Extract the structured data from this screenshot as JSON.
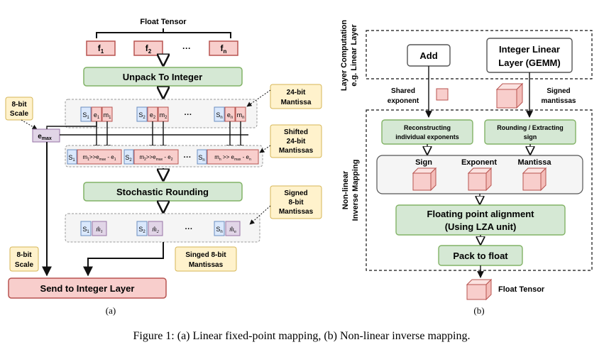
{
  "colors": {
    "red_fill": "#f8cecc",
    "red_stroke": "#b85450",
    "green_fill": "#d5e8d4",
    "green_stroke": "#82b366",
    "blue_fill": "#dae8fc",
    "blue_stroke": "#6c8ebf",
    "purple_fill": "#e1d5e7",
    "purple_stroke": "#9673a6",
    "yellow_fill": "#fff2cc",
    "yellow_stroke": "#d6b656",
    "send_fill": "#f8cecc"
  },
  "panel_a": {
    "float_tensor": "Float Tensor",
    "f1": "f",
    "f1_sub": "1",
    "f2": "f",
    "f2_sub": "2",
    "fn": "f",
    "fn_sub": "n",
    "dots": "···",
    "unpack": "Unpack To Integer",
    "scale_top_1": "8-bit",
    "scale_top_2": "Scale",
    "emax": "e",
    "emax_sub": "max",
    "m24_1": "24-bit",
    "m24_2": "Mantissa",
    "shifted_1": "Shifted",
    "shifted_2": "24-bit",
    "shifted_3": "Mantissas",
    "s": "S",
    "e": "e",
    "m": "m",
    "sub1": "1",
    "sub2": "2",
    "subn": "n",
    "shift_mid": ">>e",
    "shift_max": "max",
    "shift_minus": " - e",
    "shift_n_mid": " >> e",
    "stochastic": "Stochastic Rounding",
    "signed_1": "Signed",
    "signed_2": "8-bit",
    "signed_3": "Mantissas",
    "scale_bot_1": "8-bit",
    "scale_bot_2": "Scale",
    "singed_1": "Singed 8-bit",
    "singed_2": "Mantissas",
    "send": "Send to Integer Layer",
    "label": "(a)"
  },
  "panel_b": {
    "layer_comp_1": "Layer Computation",
    "layer_comp_2": "e.g. Linear Layer",
    "add": "Add",
    "gemm_1": "Integer Linear",
    "gemm_2": "Layer (GEMM)",
    "shared_1": "Shared",
    "shared_2": "exponent",
    "signed_1": "Signed",
    "signed_2": "mantissas",
    "nonlinear_1": "Non-linear",
    "nonlinear_2": "Inverse Mapping",
    "recon_1": "Reconstructing",
    "recon_2": "individual exponents",
    "round_1": "Rounding / Extracting",
    "round_2": "sign",
    "sign": "Sign",
    "exponent": "Exponent",
    "mantissa": "Mantissa",
    "fpa_1": "Floating point alignment",
    "fpa_2": "(Using LZA unit)",
    "pack": "Pack to float",
    "float_tensor": "Float Tensor",
    "label": "(b)"
  },
  "caption": "Figure 1: (a) Linear fixed-point mapping, (b) Non-linear inverse mapping."
}
